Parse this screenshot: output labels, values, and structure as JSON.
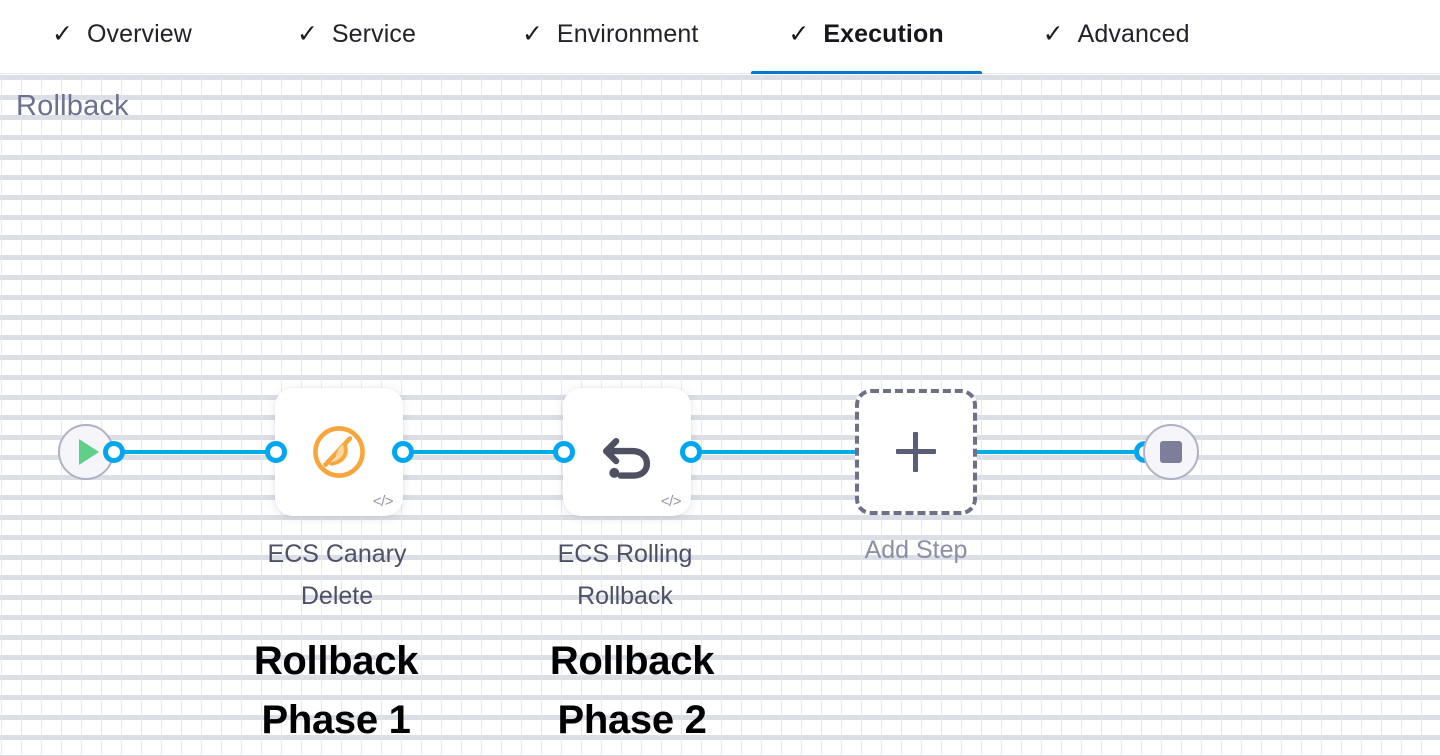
{
  "tabs": [
    {
      "label": "Overview",
      "check": "check-icon",
      "active": false
    },
    {
      "label": "Service",
      "check": "check-icon",
      "active": false
    },
    {
      "label": "Environment",
      "check": "check-icon",
      "active": false
    },
    {
      "label": "Execution",
      "check": "check-icon",
      "active": true
    },
    {
      "label": "Advanced",
      "check": "check-icon",
      "active": false
    }
  ],
  "canvas": {
    "title": "Rollback",
    "accent_color": "#0278d5",
    "connector_color": "#00ade4",
    "grid_line_color": "#d6ebfa",
    "grid_dot_color": "#bec2d0"
  },
  "pipeline": {
    "start_node": {
      "icon": "play-icon",
      "name": "start"
    },
    "end_node": {
      "icon": "stop-icon",
      "name": "end"
    },
    "steps": [
      {
        "label_line1": "ECS Canary",
        "label_line2": "Delete",
        "icon": "ecs-canary-delete-icon",
        "icon_color": "#f9a53b",
        "badge": "</>",
        "annotation_line1": "Rollback",
        "annotation_line2": "Phase 1"
      },
      {
        "label_line1": "ECS Rolling",
        "label_line2": "Rollback",
        "icon": "rollback-arrow-icon",
        "icon_color": "#4f5163",
        "badge": "</>",
        "annotation_line1": "Rollback",
        "annotation_line2": "Phase 2"
      }
    ],
    "add_step": {
      "label": "Add Step",
      "icon": "plus-icon"
    }
  }
}
